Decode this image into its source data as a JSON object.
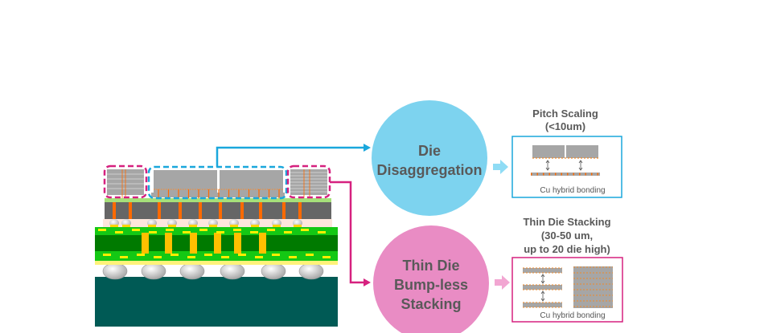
{
  "colors": {
    "accent_blue": "#1aa7dc",
    "accent_magenta": "#d6217f",
    "circle_blue": "#7dd3ef",
    "circle_pink": "#e98cc4",
    "board": "#005a55",
    "substrate_green": "#14c814",
    "substrate_dark": "#007a00",
    "via_orange": "#ff6a00",
    "text": "#595959"
  },
  "circles": {
    "disaggregation": {
      "line1": "Die",
      "line2": "Disaggregation"
    },
    "stacking": {
      "line1": "Thin Die",
      "line2": "Bump-less",
      "line3": "Stacking"
    }
  },
  "pitch": {
    "title1": "Pitch Scaling",
    "title2": "(<10um)",
    "caption": "Cu hybrid bonding"
  },
  "thin": {
    "title1": "Thin Die Stacking",
    "title2": "(30-50 um,",
    "title3": "up to 20 die high)",
    "caption": "Cu hybrid bonding"
  }
}
